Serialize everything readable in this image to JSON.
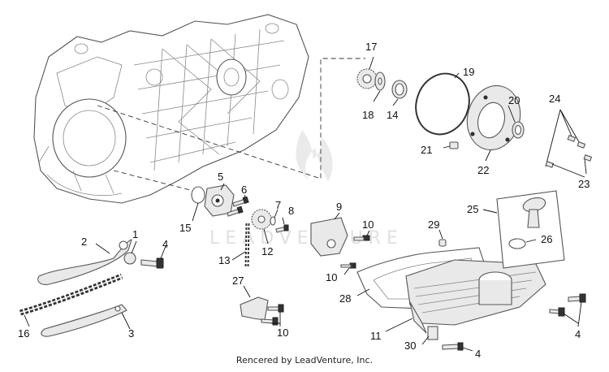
{
  "callouts": [
    "1",
    "2",
    "3",
    "4",
    "4",
    "4",
    "5",
    "6",
    "7",
    "8",
    "9",
    "10",
    "10",
    "10",
    "11",
    "12",
    "13",
    "14",
    "15",
    "16",
    "17",
    "18",
    "19",
    "20",
    "21",
    "22",
    "23",
    "24",
    "25",
    "26",
    "27",
    "28",
    "29",
    "30"
  ],
  "watermark": "LEADVENTURE",
  "credit": "Rencered by LeadVenture, Inc."
}
